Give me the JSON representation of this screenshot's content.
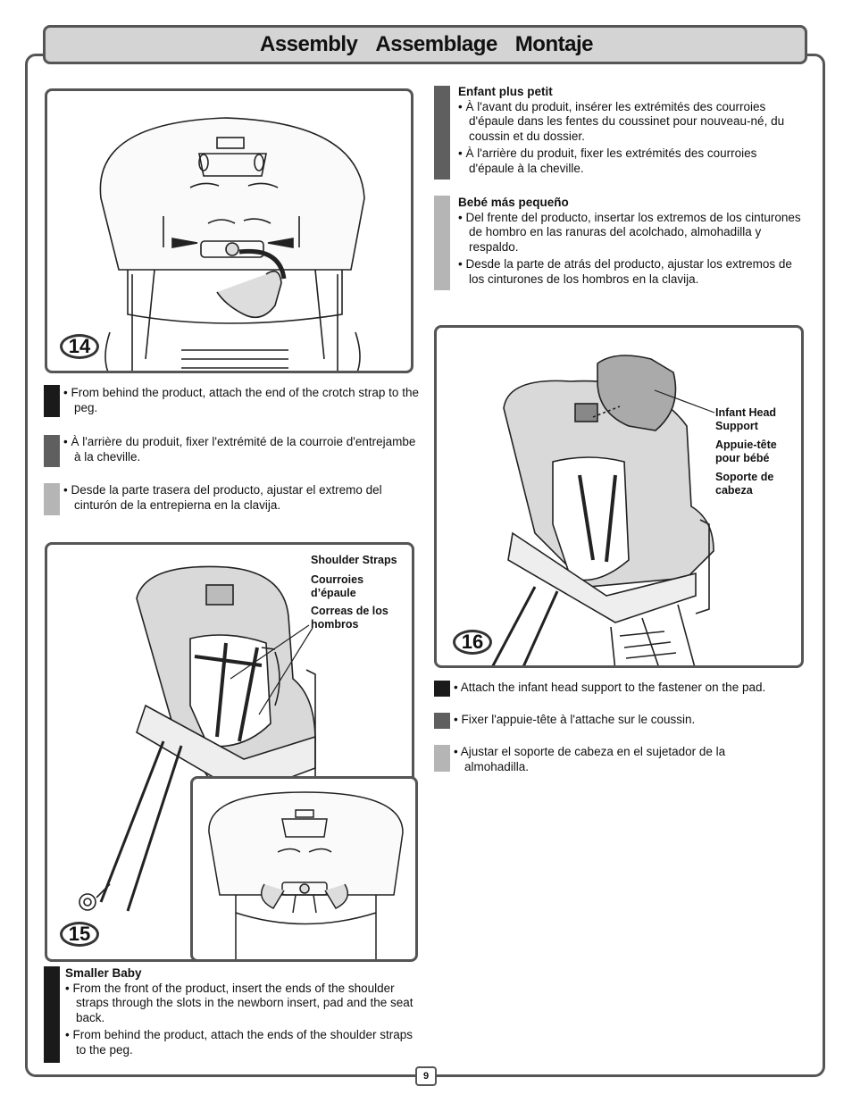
{
  "header": {
    "titles": [
      "Assembly",
      "Assemblage",
      "Montaje"
    ]
  },
  "step14": {
    "badge": "14",
    "en": "• From behind the product, attach the end of the crotch strap to the peg.",
    "fr": "• À l'arrière du produit, fixer l'extrémité de la courroie d'entrejambe à la cheville.",
    "es": "• Desde la parte trasera del producto, ajustar el extremo del cinturón de la entrepierna en la clavija."
  },
  "step15": {
    "badge": "15",
    "callouts": [
      "Shoulder Straps",
      "Courroies d’épaule",
      "Correas de los hombros"
    ],
    "en_heading": "Smaller Baby",
    "en_bullets": [
      "• From the front of the product, insert the ends of the shoulder straps through the slots in the newborn insert, pad and the seat back.",
      "• From behind the product, attach the ends of the shoulder straps to the peg."
    ],
    "fr_heading": "Enfant plus petit",
    "fr_bullets": [
      "• À l'avant du produit, insérer les extrémités des courroies d'épaule dans les fentes du coussinet pour nouveau-né, du coussin et du dossier.",
      "• À l'arrière du produit, fixer les extrémités des courroies d'épaule à la cheville."
    ],
    "es_heading": "Bebé más pequeño",
    "es_bullets": [
      "• Del frente del producto, insertar los extremos de los cinturones de hombro en las ranuras del acolchado, almohadilla y respaldo.",
      "• Desde la parte de atrás del producto, ajustar los extremos de los cinturones de los hombros en la clavija."
    ]
  },
  "step16": {
    "badge": "16",
    "callouts": [
      "Infant Head Support",
      "Appuie-tête pour bébé",
      "Soporte de cabeza"
    ],
    "en": "• Attach the infant head support to the fastener on the pad.",
    "fr": "• Fixer l'appuie-tête à l'attache sur le coussin.",
    "es": "• Ajustar el soporte de cabeza en el sujetador de la almohadilla."
  },
  "page": {
    "number": "9"
  },
  "colors": {
    "english_bar": "#1a1a1a",
    "french_bar": "#5f5f5f",
    "spanish_bar": "#b5b5b5",
    "frame": "#555555"
  }
}
